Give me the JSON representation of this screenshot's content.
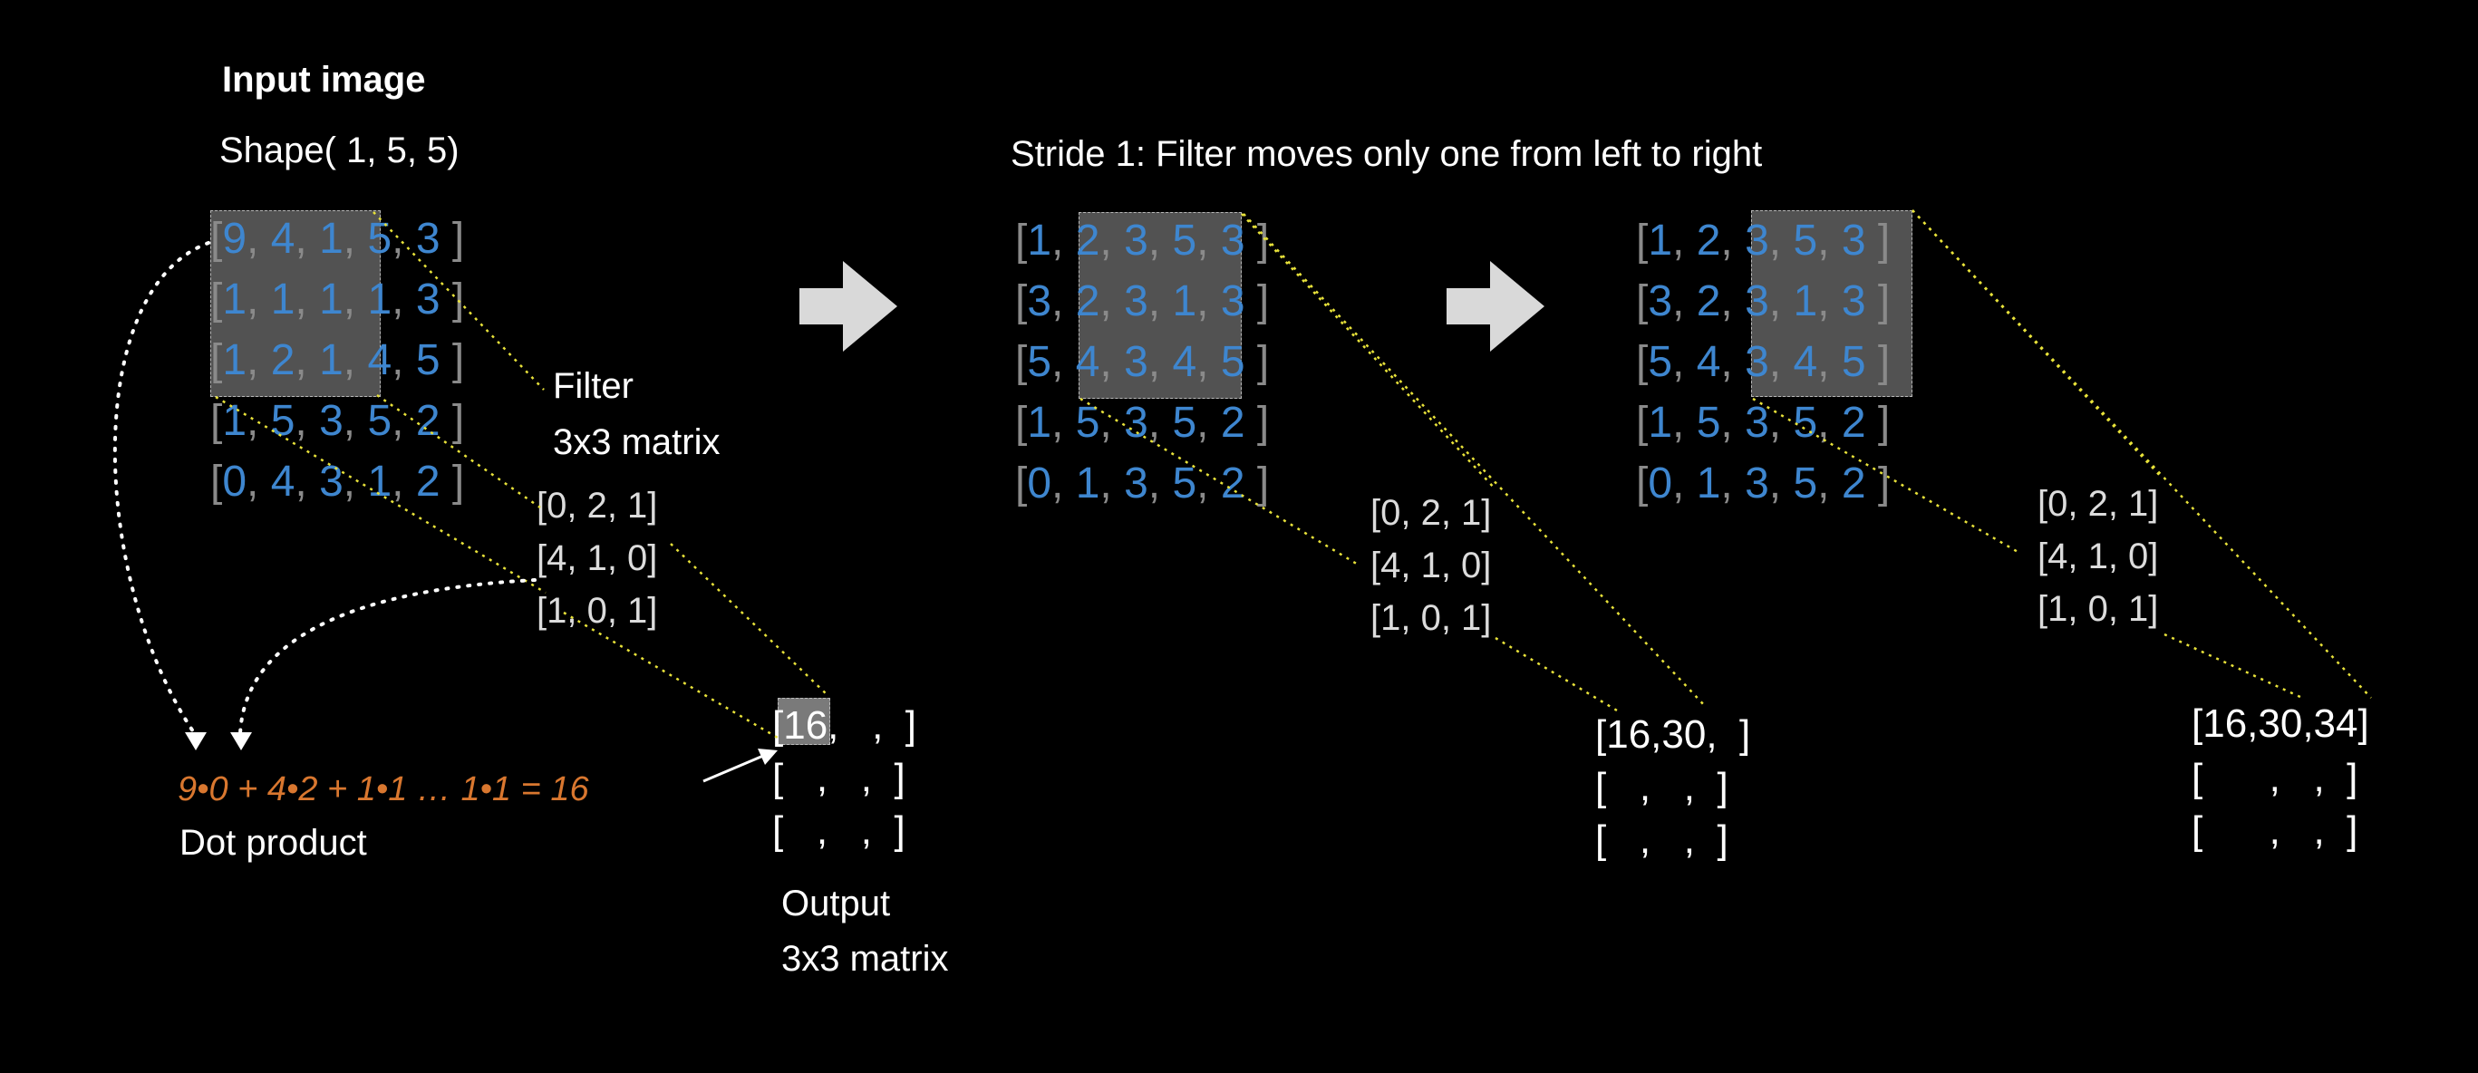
{
  "panel1": {
    "title": "Input image",
    "shape": "Shape( 1, 5, 5)",
    "matrix_rows": [
      [
        "9",
        "4",
        "1",
        "5",
        "3"
      ],
      [
        "1",
        "1",
        "1",
        "1",
        "3"
      ],
      [
        "1",
        "2",
        "1",
        "4",
        "5"
      ],
      [
        "1",
        "5",
        "3",
        "5",
        "2"
      ],
      [
        "0",
        "4",
        "3",
        "1",
        "2"
      ]
    ],
    "filter_label_1": "Filter",
    "filter_label_2": "3x3 matrix",
    "filter_rows": [
      "[0, 2, 1]",
      "[4, 1, 0]",
      "[1, 0, 1]"
    ],
    "output_rows": [
      "[16,   ,  ]",
      "[   ,   ,  ]",
      "[   ,   ,  ]"
    ],
    "output_label_1": "Output",
    "output_label_2": "3x3 matrix",
    "equation": "9•0 + 4•2 + 1•1 … 1•1 = 16",
    "dot_label": "Dot product"
  },
  "stride_title": "Stride 1: Filter moves only one from left to right",
  "panel2": {
    "matrix_rows": [
      [
        "1",
        "2",
        "3",
        "5",
        "3"
      ],
      [
        "3",
        "2",
        "3",
        "1",
        "3"
      ],
      [
        "5",
        "4",
        "3",
        "4",
        "5"
      ],
      [
        "1",
        "5",
        "3",
        "5",
        "2"
      ],
      [
        "0",
        "1",
        "3",
        "5",
        "2"
      ]
    ],
    "filter_rows": [
      "[0, 2, 1]",
      "[4, 1, 0]",
      "[1, 0, 1]"
    ],
    "output_rows": [
      "[16,30,  ]",
      "[   ,   ,  ]",
      "[   ,   ,  ]"
    ]
  },
  "panel3": {
    "matrix_rows": [
      [
        "1",
        "2",
        "3",
        "5",
        "3"
      ],
      [
        "3",
        "2",
        "3",
        "1",
        "3"
      ],
      [
        "5",
        "4",
        "3",
        "4",
        "5"
      ],
      [
        "1",
        "5",
        "3",
        "5",
        "2"
      ],
      [
        "0",
        "1",
        "3",
        "5",
        "2"
      ]
    ],
    "filter_rows": [
      "[0, 2, 1]",
      "[4, 1, 0]",
      "[1, 0, 1]"
    ],
    "output_rows": [
      "[16,30,34]",
      "[      ,   ,  ]",
      "[      ,   ,  ]"
    ]
  },
  "colors": {
    "background": "#000000",
    "matrix_number": "#3e86cf",
    "bracket": "#8a8a8a",
    "text": "#ffffff",
    "equation": "#d9772f",
    "connector": "#e8e23a",
    "arrow_fill": "#d9d9d9"
  },
  "icons": [
    "right-arrow-icon"
  ]
}
